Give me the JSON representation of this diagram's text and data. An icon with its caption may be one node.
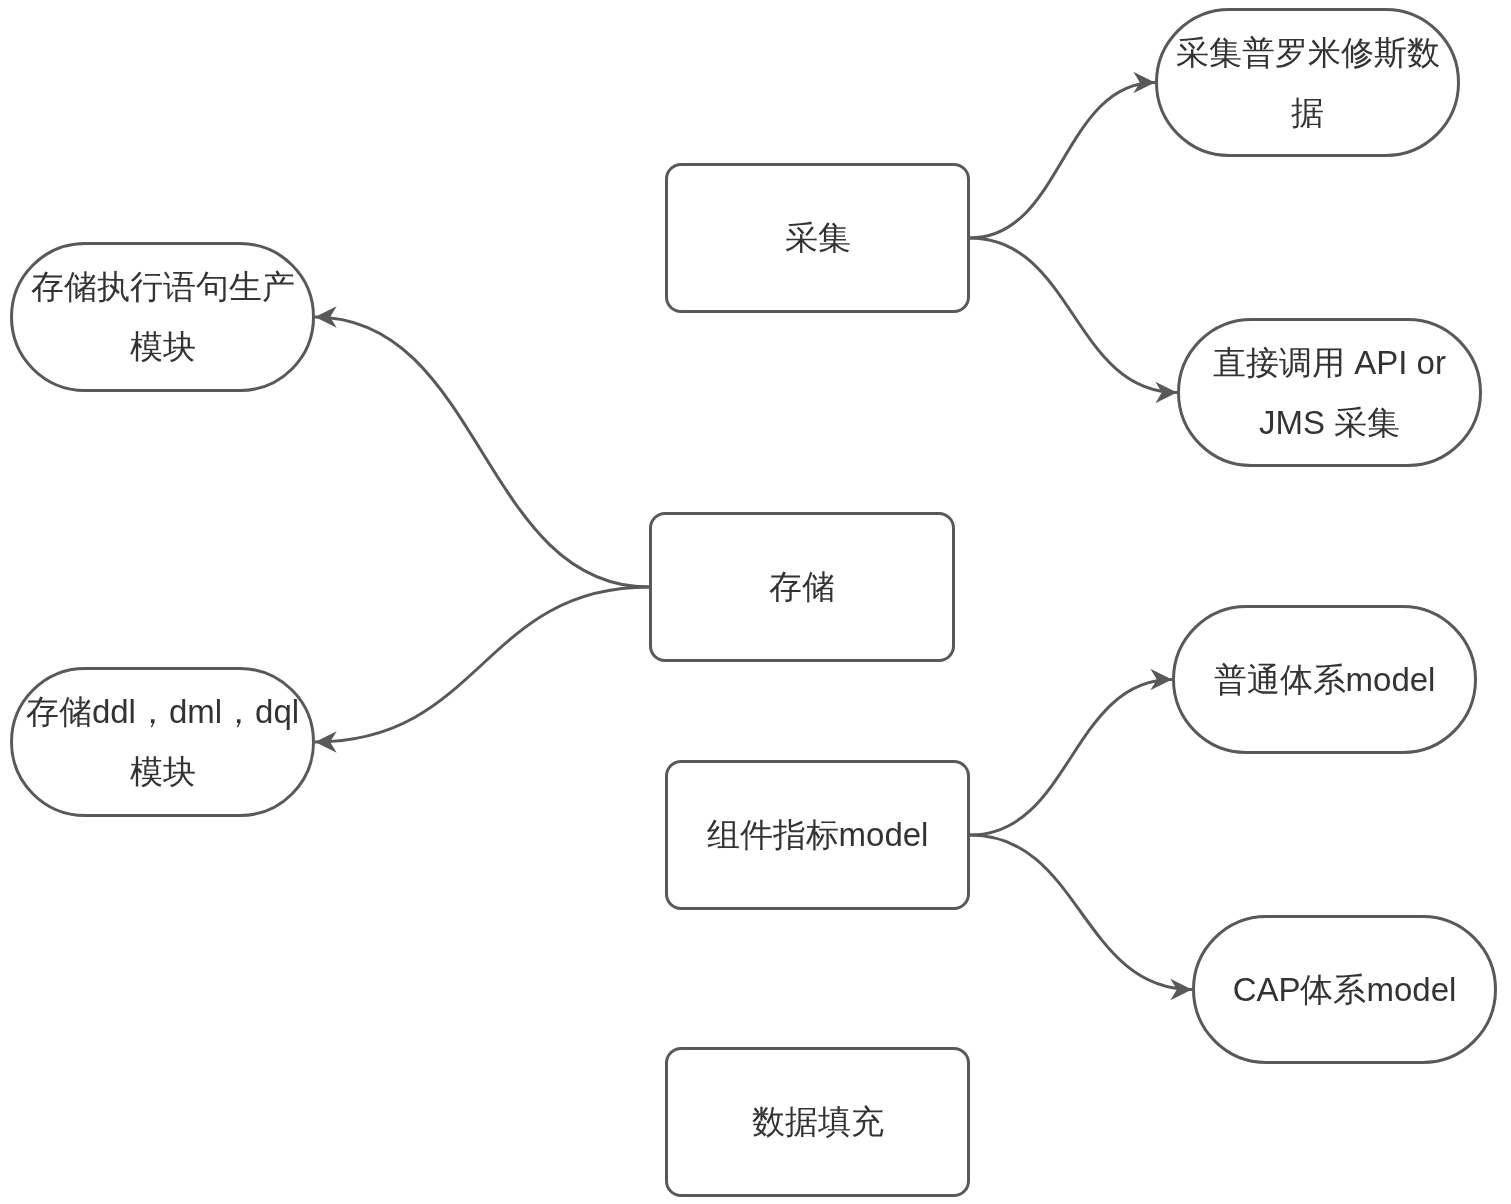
{
  "diagram": {
    "nodes": [
      {
        "text": [
          "采集"
        ]
      },
      {
        "text": [
          "采集普罗米修斯数据"
        ]
      },
      {
        "text": [
          "直接调用 API or JMS 采集"
        ]
      },
      {
        "text": [
          "存储执行语句生产模块"
        ]
      },
      {
        "text": [
          "存储"
        ]
      },
      {
        "text": [
          "存储ddl，dml，dql 模块"
        ]
      },
      {
        "text": [
          "组件指标model"
        ]
      },
      {
        "text": [
          "普通体系model"
        ]
      },
      {
        "text": [
          "CAP体系model"
        ]
      },
      {
        "text": [
          "数据填充"
        ]
      }
    ],
    "edges": [
      {
        "from": 0,
        "to": 1,
        "arrow": "to"
      },
      {
        "from": 0,
        "to": 2,
        "arrow": "to"
      },
      {
        "from": 4,
        "to": 3,
        "arrow": "to"
      },
      {
        "from": 4,
        "to": 5,
        "arrow": "to"
      },
      {
        "from": 6,
        "to": 7,
        "arrow": "to"
      },
      {
        "from": 6,
        "to": 8,
        "arrow": "to"
      }
    ]
  }
}
